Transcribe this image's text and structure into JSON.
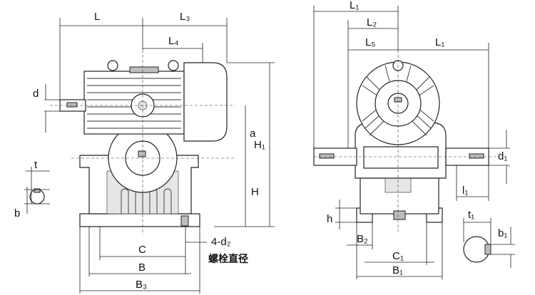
{
  "labels": {
    "L": "L",
    "L3": "L₃",
    "L4": "L₄",
    "d": "d",
    "a": "a",
    "H1": "H₁",
    "H": "H",
    "t": "t",
    "b": "b",
    "C": "C",
    "B": "B",
    "B3": "B₃",
    "d2": "4-d₂",
    "bolt_note": "螺栓直径",
    "L1_top": "L₁",
    "L2": "L₂",
    "L5": "L₅",
    "L1_right": "L₁",
    "d1": "d₁",
    "l1": "l₁",
    "h": "h",
    "B2": "B₂",
    "C1": "C₁",
    "B1": "B₁",
    "t1": "t₁",
    "b1": "b₁"
  }
}
